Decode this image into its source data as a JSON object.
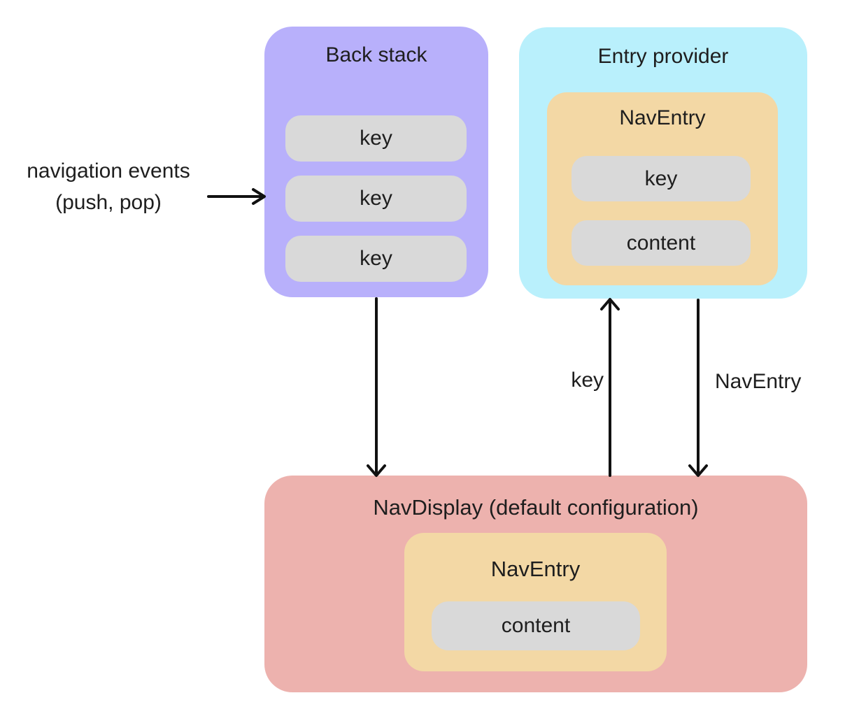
{
  "diagram": {
    "back_stack": {
      "title": "Back stack",
      "keys": [
        "key",
        "key",
        "key"
      ]
    },
    "entry_provider": {
      "title": "Entry provider",
      "nav_entry": {
        "title": "NavEntry",
        "key": "key",
        "content": "content"
      }
    },
    "nav_display": {
      "title": "NavDisplay (default configuration)",
      "nav_entry": {
        "title": "NavEntry",
        "content": "content"
      }
    },
    "annotations": {
      "navigation_events_line1": "navigation events",
      "navigation_events_line2": "(push, pop)",
      "key_arrow_label": "key",
      "nav_entry_arrow_label": "NavEntry"
    },
    "colors": {
      "back_stack_bg": "#b8b0fb",
      "entry_provider_bg": "#b9f0fc",
      "nav_entry_bg": "#f3d8a5",
      "nav_display_bg": "#edb2ae",
      "pill_bg": "#d9d9d9",
      "text": "#1e1e1e",
      "arrow": "#111111",
      "page_bg": "#ffffff"
    }
  }
}
